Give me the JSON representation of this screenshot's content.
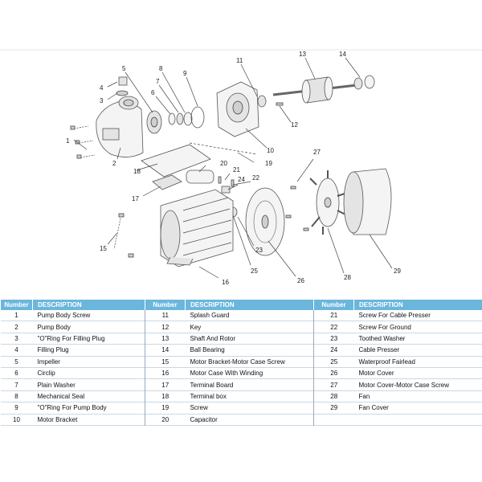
{
  "callouts": [
    "1",
    "2",
    "3",
    "4",
    "5",
    "6",
    "7",
    "8",
    "9",
    "10",
    "11",
    "12",
    "13",
    "14",
    "15",
    "16",
    "17",
    "18",
    "19",
    "20",
    "21",
    "22",
    "23",
    "24",
    "25",
    "26",
    "27",
    "28",
    "29"
  ],
  "table": {
    "headers": [
      "Number",
      "DESCRIPTION",
      "Number",
      "DESCRIPTION",
      "Number",
      "DESCRIPTION"
    ],
    "rows": [
      [
        "1",
        "Pump Body Screw",
        "11",
        "Splash Guard",
        "21",
        "Screw For Cable Presser"
      ],
      [
        "2",
        "Pump Body",
        "12",
        "Key",
        "22",
        "Screw For Ground"
      ],
      [
        "3",
        "\"O\"Ring For Filling Plug",
        "13",
        "Shaft And Rotor",
        "23",
        "Toothed Washer"
      ],
      [
        "4",
        "Filling Plug",
        "14",
        "Ball Bearing",
        "24",
        "Cable Presser"
      ],
      [
        "5",
        "Impeller",
        "15",
        "Motor Bracket-Motor Case Screw",
        "25",
        "Waterproof Fairlead"
      ],
      [
        "6",
        "Circlip",
        "16",
        "Motor Case With Winding",
        "26",
        "Motor Cover"
      ],
      [
        "7",
        "Plain Washer",
        "17",
        "Terminal Board",
        "27",
        "Motor Cover-Motor Case Screw"
      ],
      [
        "8",
        "Mechanical Seal",
        "18",
        "Terminal box",
        "28",
        "Fan"
      ],
      [
        "9",
        "\"O\"Ring For Pump Body",
        "19",
        "Screw",
        "29",
        "Fan Cover"
      ],
      [
        "10",
        "Motor Bracket",
        "20",
        "Capacitor",
        "",
        ""
      ]
    ]
  },
  "colors": {
    "header_bg": "#6bb6dc",
    "header_text": "#ffffff",
    "line": "#444444"
  }
}
